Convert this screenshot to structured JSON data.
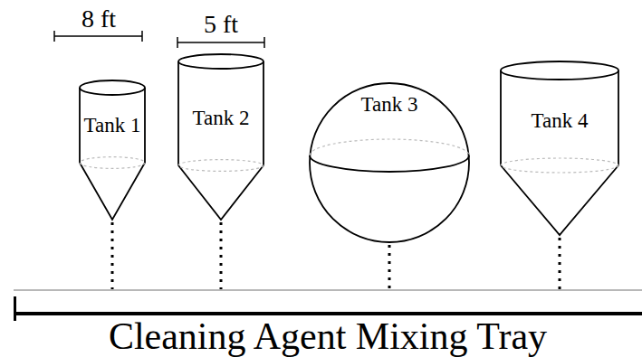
{
  "diagram": {
    "nodes": [
      {
        "text": [
          "Tank 1"
        ]
      },
      {
        "text": [
          "Tank 2"
        ]
      },
      {
        "text": [
          "Tank 3"
        ]
      },
      {
        "text": [
          "Tank 4"
        ]
      },
      {
        "text": [
          "Cleaning Agent Mixing Tray"
        ]
      }
    ],
    "edges": [
      {
        "from": 0,
        "to": 4,
        "arrow": "none"
      },
      {
        "from": 1,
        "to": 4,
        "arrow": "none"
      },
      {
        "from": 2,
        "to": 4,
        "arrow": "none"
      },
      {
        "from": 3,
        "to": 4,
        "arrow": "none"
      }
    ],
    "labels": [
      "8 ft",
      "5 ft"
    ]
  }
}
